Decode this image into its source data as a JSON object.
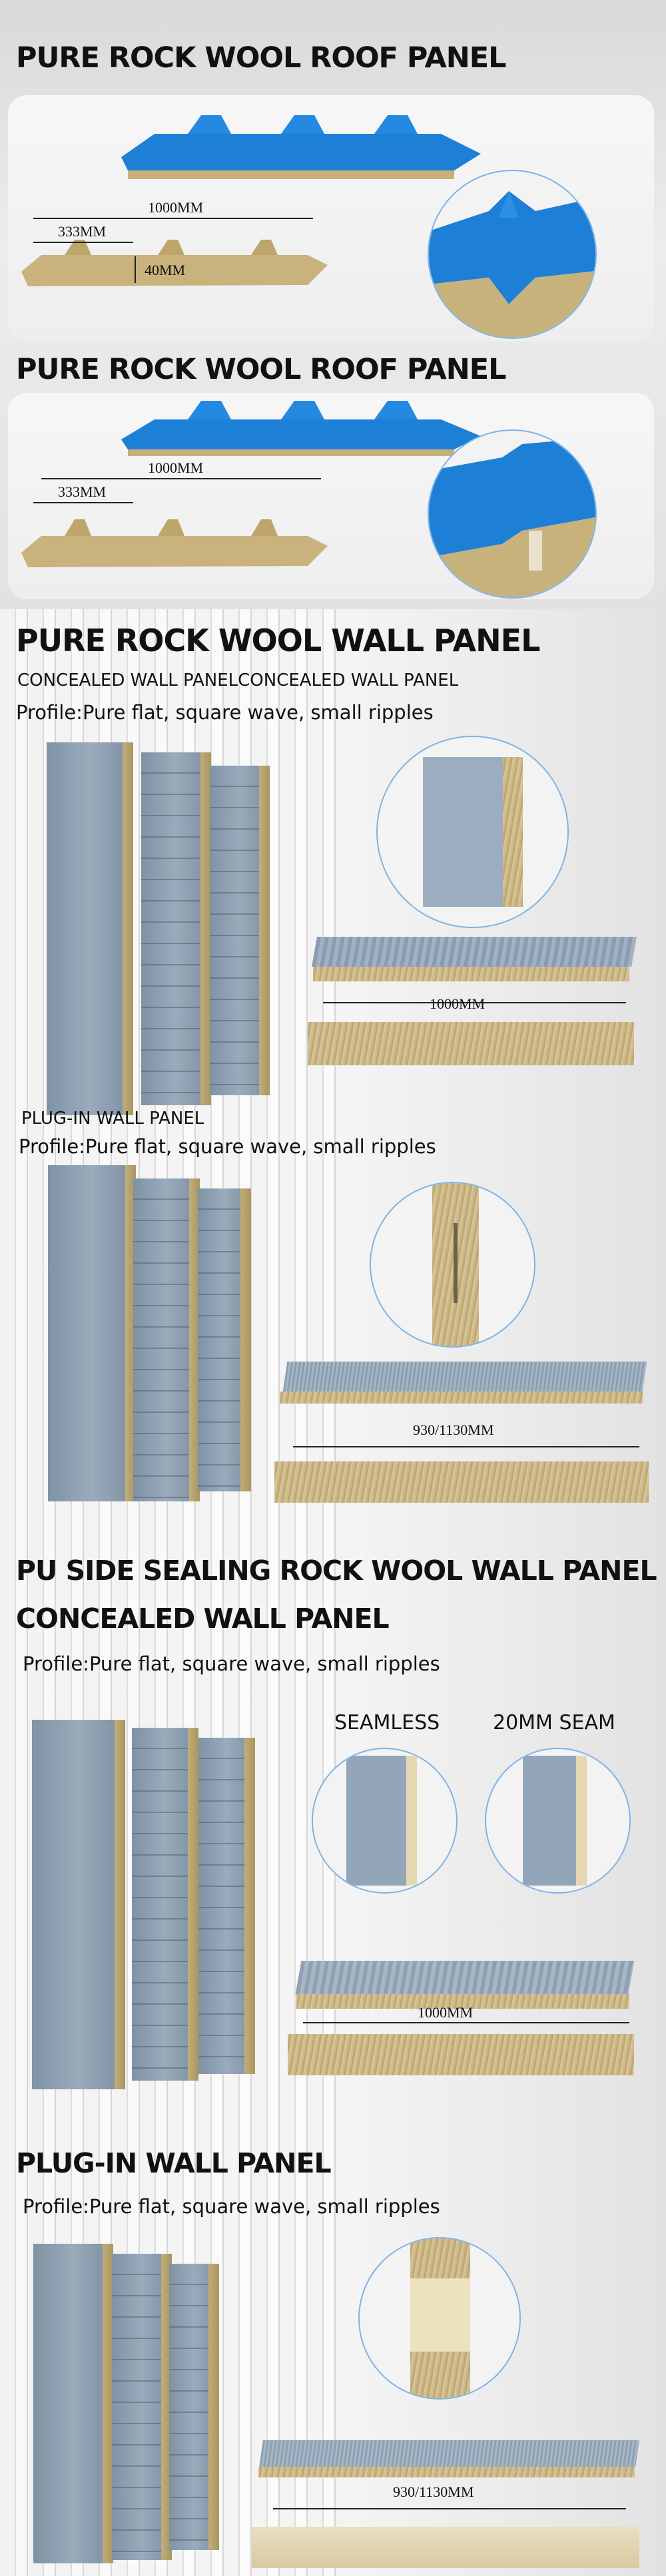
{
  "roof_section_1": {
    "title": "PURE ROCK WOOL ROOF PANEL",
    "dim_width": "1000MM",
    "dim_rib": "333MM",
    "dim_thickness": "40MM"
  },
  "roof_section_2": {
    "title": "PURE ROCK WOOL ROOF PANEL",
    "dim_width": "1000MM",
    "dim_rib": "333MM"
  },
  "wall_section_1": {
    "title": "PURE ROCK WOOL WALL PANEL",
    "concealed_label": "CONCEALED WALL PANELCONCEALED WALL PANEL",
    "concealed_profile": "Profile:Pure flat, square wave, small ripples",
    "concealed_dim": "1000MM",
    "plugin_label": "PLUG-IN WALL PANEL",
    "plugin_profile": "Profile:Pure flat, square wave, small ripples",
    "plugin_dim": "930/1130MM"
  },
  "wall_section_2": {
    "title": "PU SIDE SEALING ROCK WOOL WALL PANEL",
    "concealed_title": "CONCEALED WALL PANEL",
    "concealed_profile": "Profile:Pure flat, square wave, small ripples",
    "seamless_label": "SEAMLESS",
    "seam_label": "20MM SEAM",
    "concealed_dim": "1000MM",
    "plugin_title": "PLUG-IN WALL PANEL",
    "plugin_profile": "Profile:Pure flat, square wave, small ripples",
    "plugin_dim": "930/1130MM"
  },
  "colors": {
    "roof_blue": "#1e7fd6",
    "wall_gray": "#8fa1b3",
    "rock_wool": "#c8b27c",
    "pu_seal": "#e8dcb8",
    "circle_border": "#7fb3e6"
  }
}
